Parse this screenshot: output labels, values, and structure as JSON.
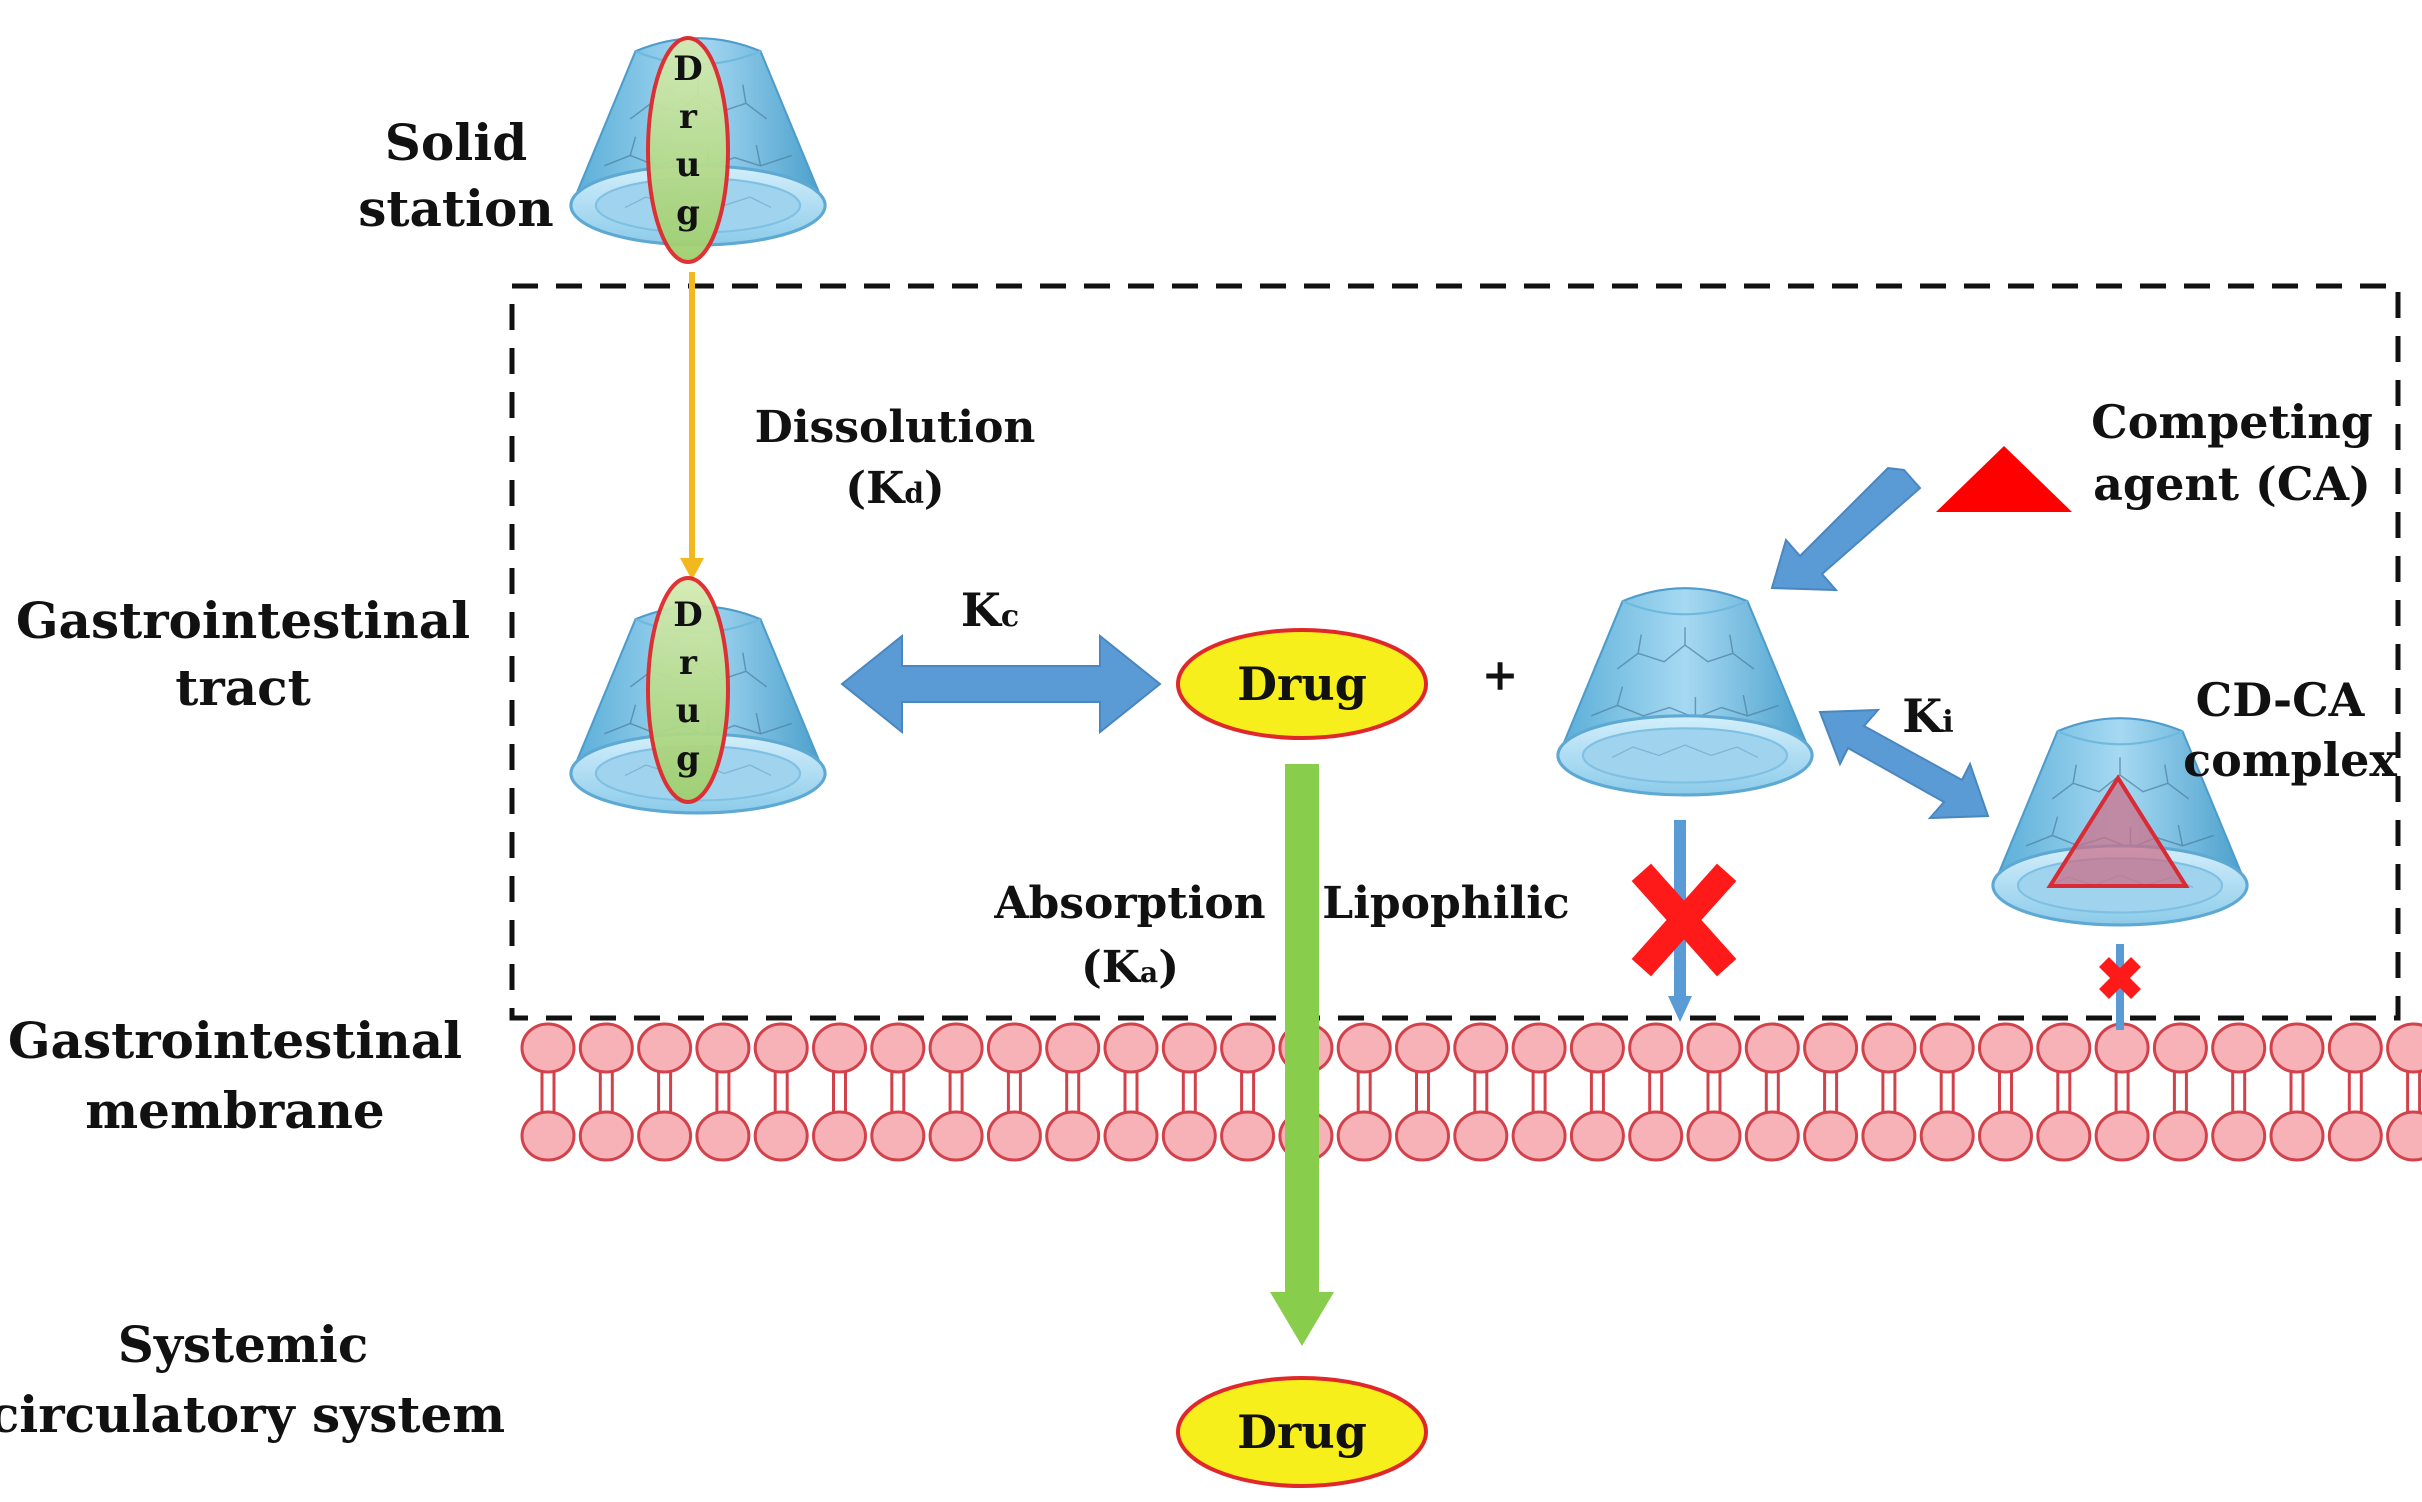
{
  "labels": {
    "solid_line1": "Solid",
    "solid_line2": "station",
    "git_line1": "Gastrointestinal",
    "git_line2": "tract",
    "gim_line1": "Gastrointestinal",
    "gim_line2": "membrane",
    "sys_line1": "Systemic",
    "sys_line2": "circulatory system",
    "dissolution": "Dissolution",
    "kd_open": "(K",
    "kd_sub": "d",
    "kd_close": ")",
    "kc_main": "K",
    "kc_sub": "c",
    "ki_main": "K",
    "ki_sub": "i",
    "plus": "+",
    "absorption": "Absorption",
    "ka_open": "(K",
    "ka_sub": "a",
    "ka_close": ")",
    "lipophilic": "Lipophilic",
    "competing_line1": "Competing",
    "competing_line2": "agent (CA)",
    "cdca_line1": "CD-CA",
    "cdca_line2": "complex",
    "drug_oval_top": "Drug",
    "drug_oval_bottom": "Drug",
    "drug_letters": [
      "D",
      "r",
      "u",
      "g"
    ]
  },
  "icons": {
    "cyclodextrin": "cyclodextrin-cone-icon",
    "blocked": "red-x-icon",
    "competing_agent": "red-triangle-icon"
  },
  "colors": {
    "cd_body": "#7cc3e6",
    "cd_rim": "#b5e1f4",
    "drug_inner": "#b9dc8f",
    "drug_outline": "#e0282b",
    "drug_oval_fill": "#f7ef1c",
    "dissolution_arrow": "#f2b81d",
    "exchange_arrow": "#5b9bd5",
    "absorption_arrow": "#88cd4b",
    "lipid_head": "#f6b2b6",
    "lipid_outline": "#d3414b",
    "blocked": "#ff1a1a",
    "competing_agent": "#ff0000"
  }
}
